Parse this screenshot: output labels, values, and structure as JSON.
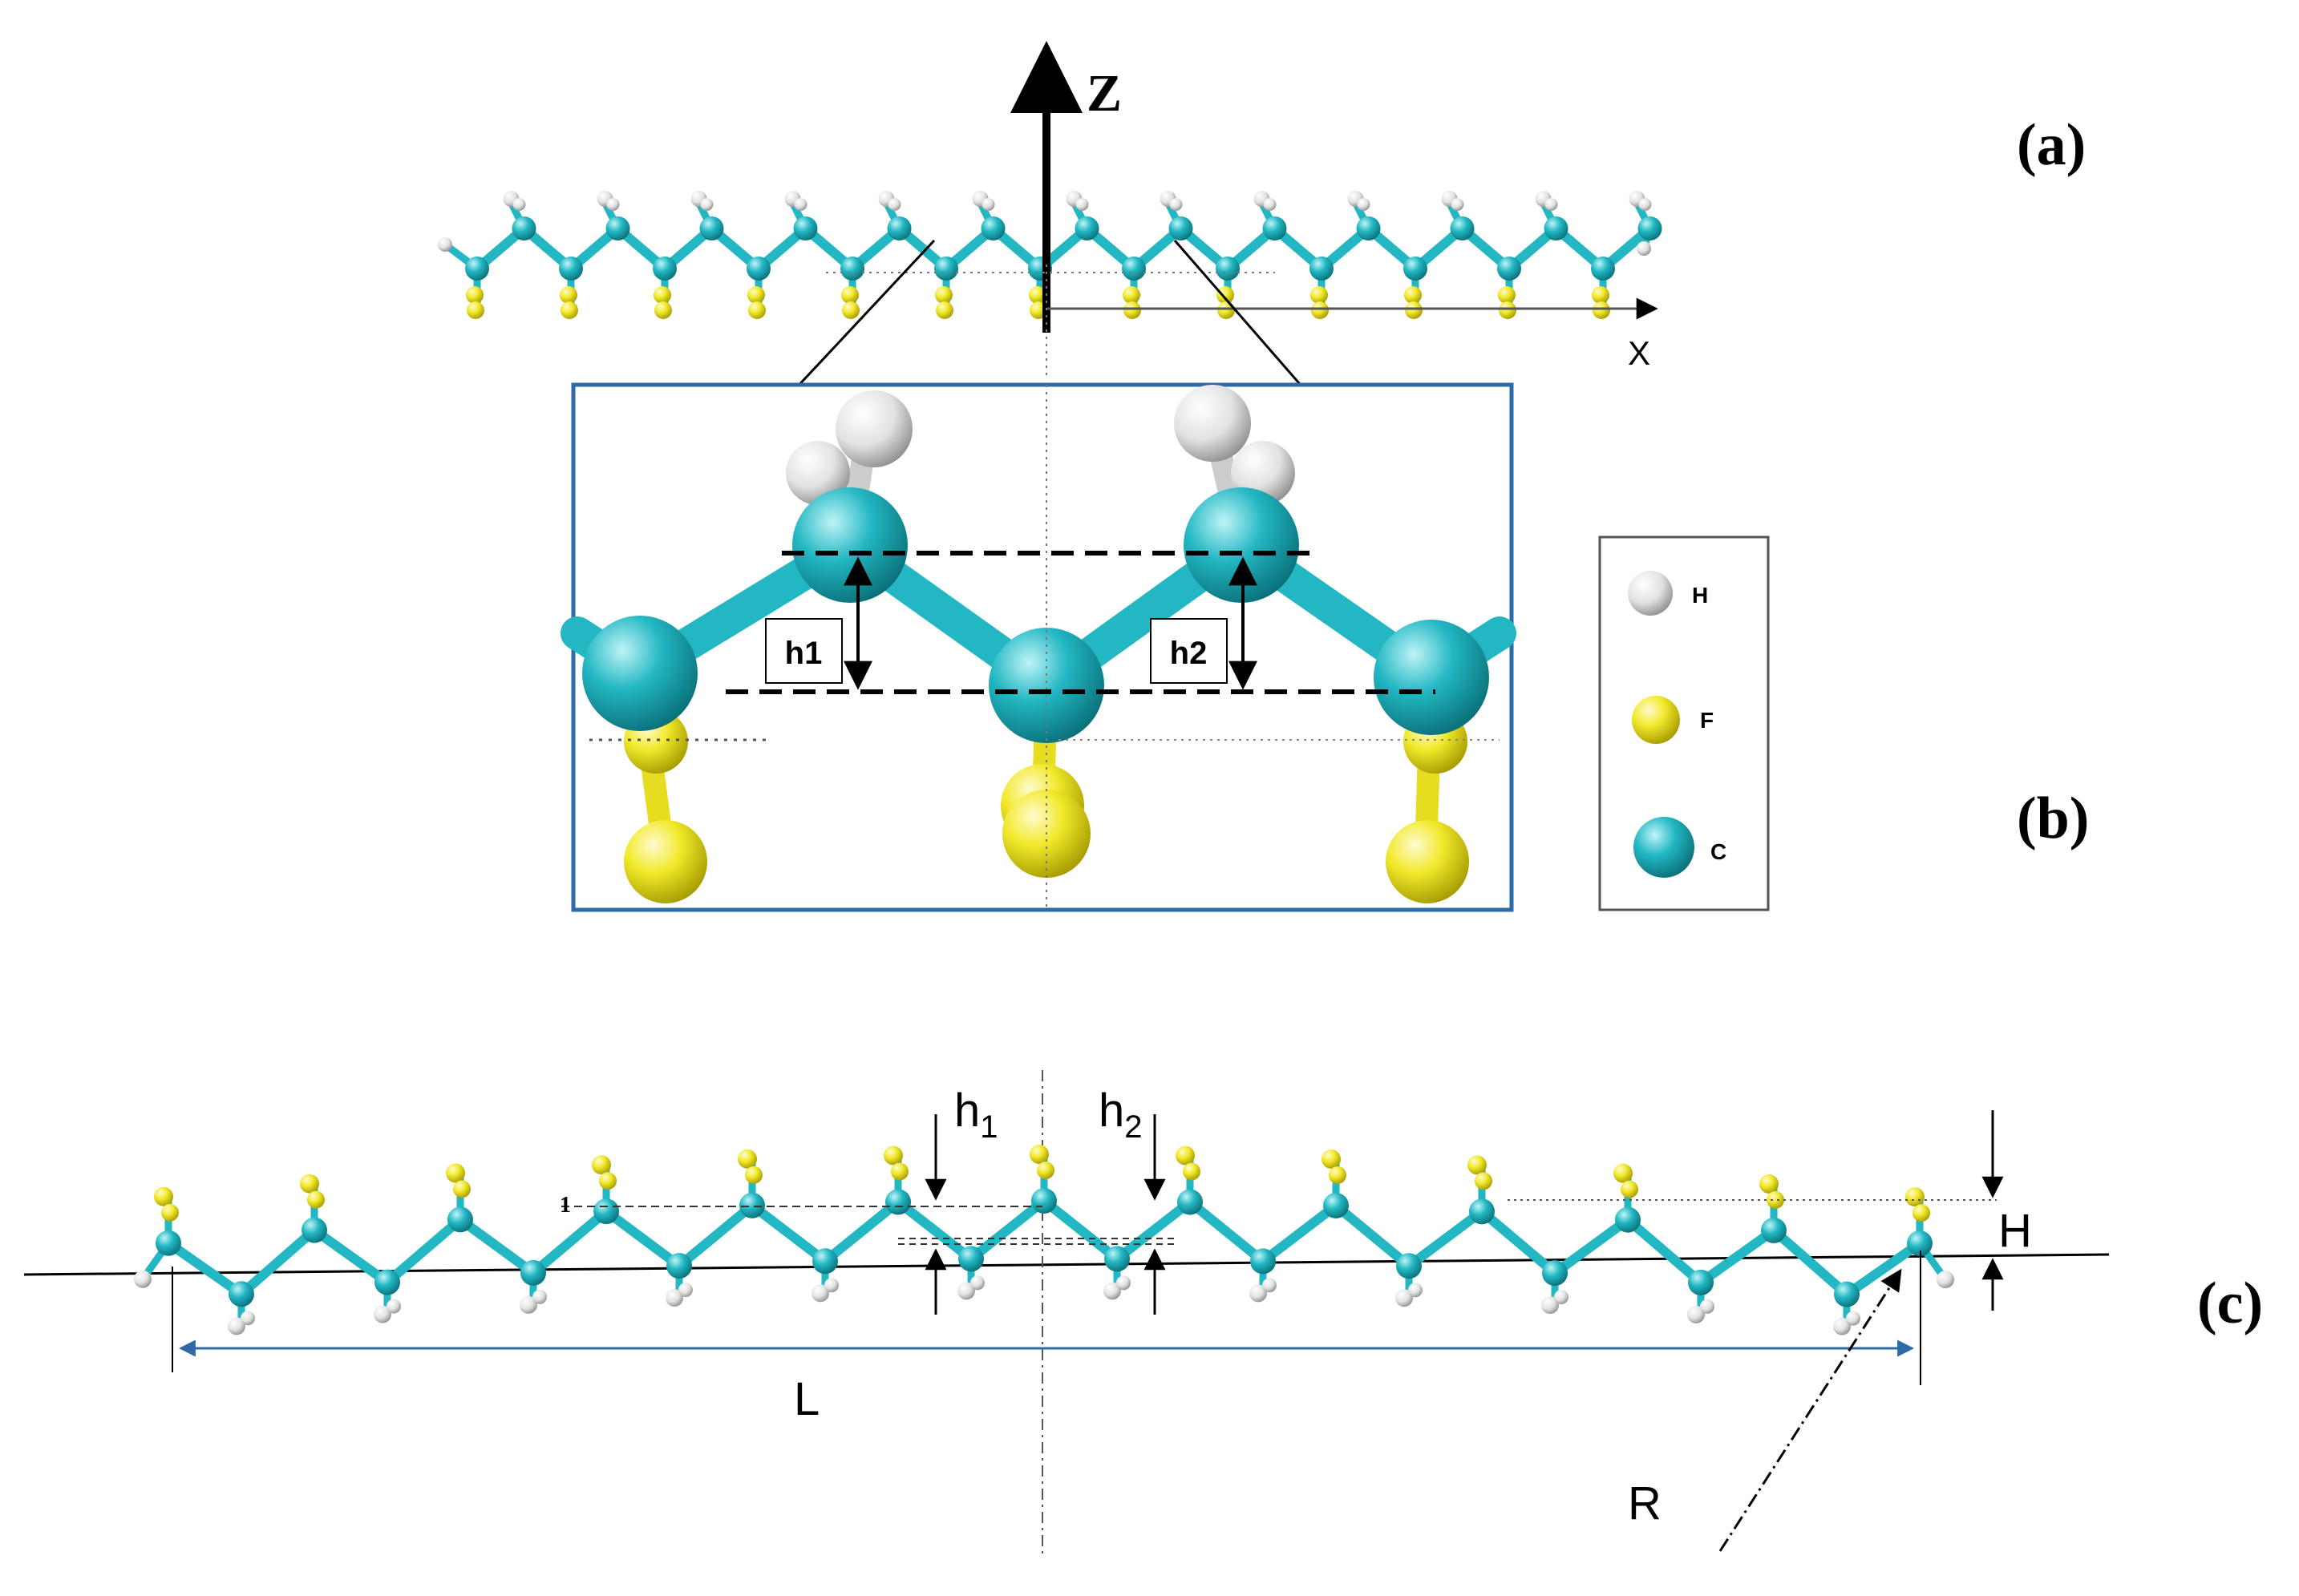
{
  "panels": {
    "a": "(a)",
    "b": "(b)",
    "c": "(c)"
  },
  "axes": {
    "z": "Z",
    "x": "X"
  },
  "legend": {
    "items": [
      {
        "symbol": "H",
        "color": "#eeeeee"
      },
      {
        "symbol": "F",
        "color": "#f2e92b"
      },
      {
        "symbol": "C",
        "color": "#22b7c3"
      }
    ]
  },
  "detail": {
    "h1": "h1",
    "h2": "h2"
  },
  "bent": {
    "h_base": "h",
    "h1_sub": "1",
    "h2_sub": "2",
    "H": "H",
    "L": "L",
    "R": "R",
    "one": "1"
  },
  "colors": {
    "carbon": "#22b7c3",
    "fluorine": "#f2e92b",
    "hydrogen": "#eeeeee",
    "frame": "#2e6aa6",
    "arrow_L": "#2e6aa6"
  }
}
